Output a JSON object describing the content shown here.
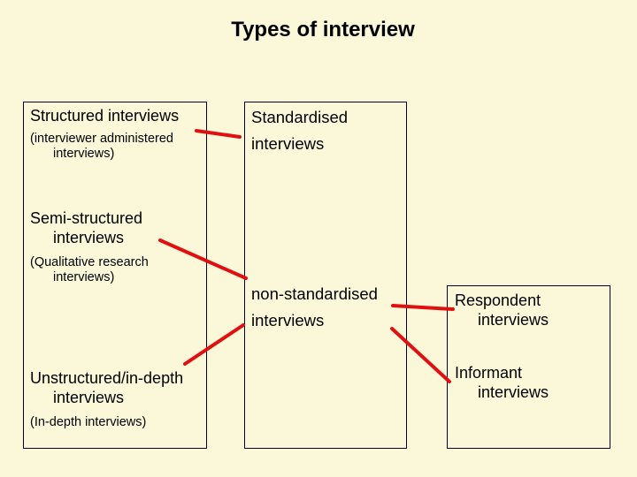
{
  "title": "Types of interview",
  "left_box": {
    "structured": {
      "line1": "Structured interviews",
      "note_line1": "(interviewer administered",
      "note_line2": "interviews)"
    },
    "semi": {
      "line1": "Semi-structured",
      "line2": "interviews",
      "note_line1": "(Qualitative research",
      "note_line2": "interviews)"
    },
    "unstructured": {
      "line1": "Unstructured/in-depth",
      "line2": "interviews",
      "note": "(In-depth interviews)"
    }
  },
  "middle_box": {
    "standardised": {
      "line1": "Standardised",
      "line2": "interviews"
    },
    "non_standardised": {
      "line1": "non-standardised",
      "line2": "interviews"
    }
  },
  "right_box": {
    "respondent": {
      "line1": "Respondent",
      "line2": "interviews"
    },
    "informant": {
      "line1": "Informant",
      "line2": "interviews"
    }
  },
  "colors": {
    "background": "#fbf7d9",
    "connector": "#e01010"
  }
}
